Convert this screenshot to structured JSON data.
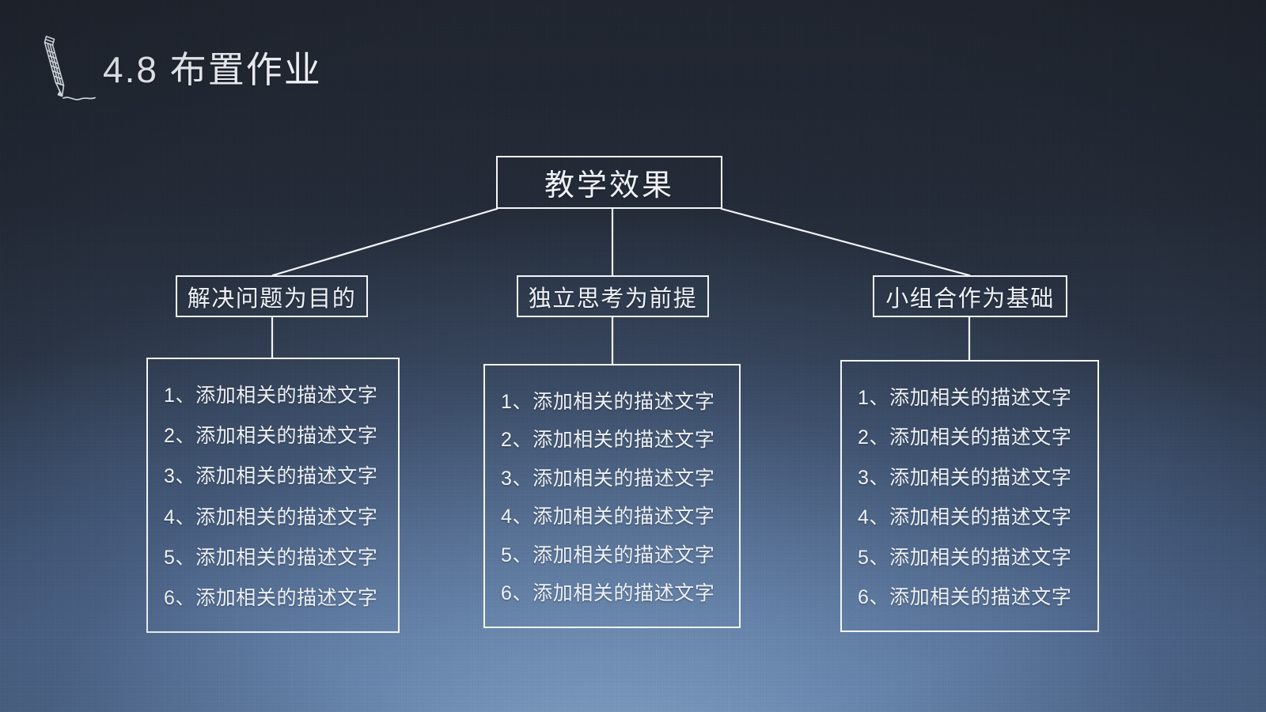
{
  "slide": {
    "title_number": "4.8",
    "title": "4.8 布置作业",
    "accent_color": "#f2f5f8",
    "text_color": "#eef2f7",
    "background_top_color": "#20252f",
    "background_bottom_color": "#5d7ba6"
  },
  "diagram": {
    "root": {
      "label": "教学效果"
    },
    "branches": [
      {
        "label": "解决问题为目的",
        "items": [
          "1、添加相关的描述文字",
          "2、添加相关的描述文字",
          "3、添加相关的描述文字",
          "4、添加相关的描述文字",
          "5、添加相关的描述文字",
          "6、添加相关的描述文字"
        ]
      },
      {
        "label": "独立思考为前提",
        "items": [
          "1、添加相关的描述文字",
          "2、添加相关的描述文字",
          "3、添加相关的描述文字",
          "4、添加相关的描述文字",
          "5、添加相关的描述文字",
          "6、添加相关的描述文字"
        ]
      },
      {
        "label": "小组合作为基础",
        "items": [
          "1、添加相关的描述文字",
          "2、添加相关的描述文字",
          "3、添加相关的描述文字",
          "4、添加相关的描述文字",
          "5、添加相关的描述文字",
          "6、添加相关的描述文字"
        ]
      }
    ]
  },
  "icons": {
    "title_icon": "pencil-icon",
    "title_underline": "squiggle-underline-icon"
  }
}
